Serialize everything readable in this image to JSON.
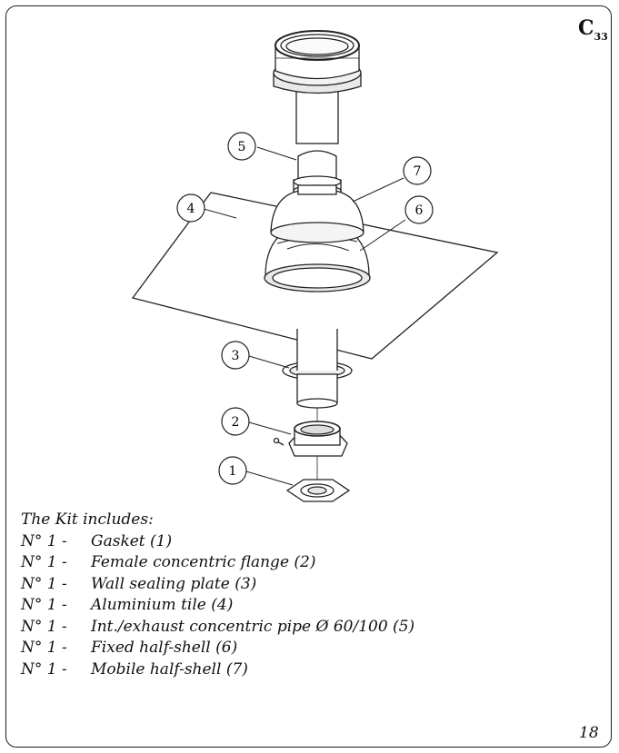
{
  "figure_code": "C",
  "figure_code_sub": "33",
  "callouts": [
    "5",
    "7",
    "4",
    "6",
    "3",
    "2",
    "1"
  ],
  "kit": {
    "heading": "The Kit includes:",
    "items": [
      {
        "num": "N° 1 -",
        "text": "Gasket (1)"
      },
      {
        "num": "N° 1 -",
        "text": "Female concentric flange (2)"
      },
      {
        "num": "N° 1 -",
        "text": "Wall sealing plate (3)"
      },
      {
        "num": "N° 1 -",
        "text": "Aluminium tile (4)"
      },
      {
        "num": "N° 1 -",
        "text": "Int./exhaust concentric pipe Ø 60/100 (5)"
      },
      {
        "num": "N° 1 -",
        "text": "Fixed half-shell (6)"
      },
      {
        "num": "N° 1 -",
        "text": "Mobile half-shell (7)"
      }
    ]
  },
  "page_number": "18"
}
